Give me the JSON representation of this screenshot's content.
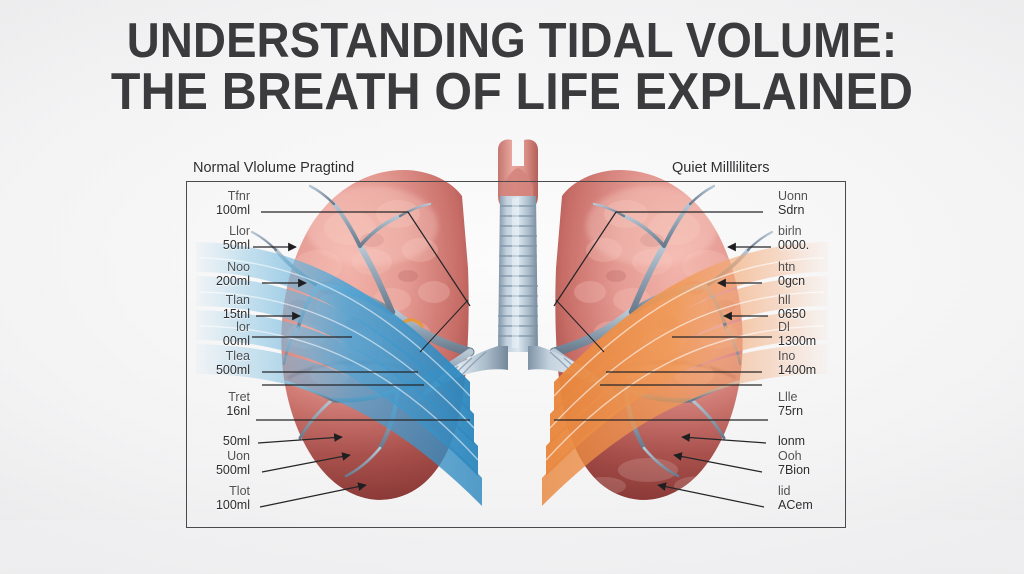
{
  "title": {
    "line1": "Understanding Tidal Volume:",
    "line2": "The Breath of Life Explained"
  },
  "diagram": {
    "subject": "human-lungs-anatomy",
    "left_panel_header": "Normal Vlolume Pragtind",
    "right_panel_header": "Quiet Millliliters",
    "colors": {
      "title_text": "#3b3b3d",
      "background": "#f0f0f2",
      "frame_stroke": "#4a4a4c",
      "inhale_flow": "#3d9bd1",
      "exhale_flow": "#ef9447",
      "lung_tissue": "#e89a92",
      "lung_shadow": "#8c3a38",
      "airway": "#8ea2b4",
      "label_text": "#2d2d2f"
    },
    "left_labels": [
      {
        "line1": "Tfnr",
        "line2": "100ml",
        "arrow": false
      },
      {
        "line1": "Llor",
        "line2": "50ml",
        "arrow": true
      },
      {
        "line1": "Noo",
        "line2": "200ml",
        "arrow": true
      },
      {
        "line1": "Tlan",
        "line2": "15tnl",
        "arrow": true
      },
      {
        "line1": "lor",
        "line2": "00ml",
        "arrow": false
      },
      {
        "line1": "Tlea",
        "line2": "500ml",
        "arrow": false
      },
      {
        "line1": "Tret",
        "line2": "16nl",
        "arrow": false
      },
      {
        "line1": "",
        "line2": "50ml",
        "arrow": true
      },
      {
        "line1": "Uon",
        "line2": "500ml",
        "arrow": true
      },
      {
        "line1": "Tlot",
        "line2": "100ml",
        "arrow": true
      }
    ],
    "right_labels": [
      {
        "line1": "Uonn",
        "line2": "Sdrn",
        "arrow": false
      },
      {
        "line1": "birln",
        "line2": "0000.",
        "arrow": true
      },
      {
        "line1": "htn",
        "line2": "0gcn",
        "arrow": true
      },
      {
        "line1": "hll",
        "line2": "0650",
        "arrow": true
      },
      {
        "line1": "Dl",
        "line2": "1300m",
        "arrow": false
      },
      {
        "line1": "Ino",
        "line2": "1400m",
        "arrow": false
      },
      {
        "line1": "Llle",
        "line2": "75rn",
        "arrow": false
      },
      {
        "line1": "",
        "line2": "lonm",
        "arrow": true
      },
      {
        "line1": "Ooh",
        "line2": "7Bion",
        "arrow": true
      },
      {
        "line1": "lid",
        "line2": "ACem",
        "arrow": true
      }
    ]
  }
}
